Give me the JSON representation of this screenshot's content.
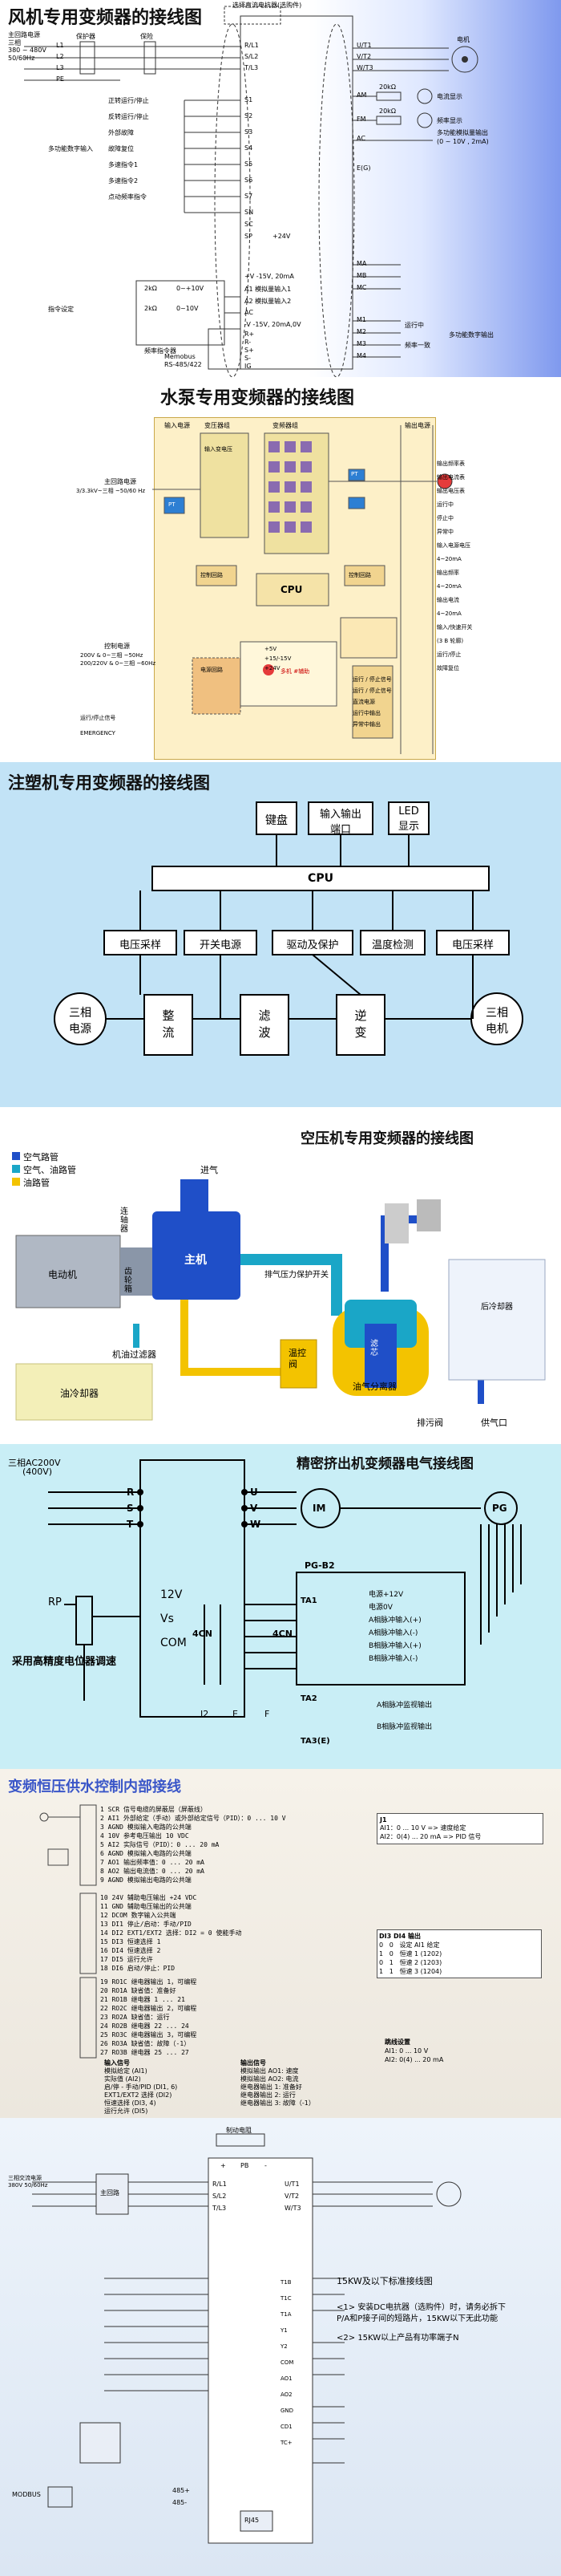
{
  "panel1": {
    "title": "风机专用变频器的接线图",
    "top_label": "选择直流电抗器(选购件)",
    "power_label": "主回路电源",
    "power_spec1": "三相",
    "power_spec2": "380 ~ 480V",
    "power_spec3": "50/60Hz",
    "breaker_label": "保护器",
    "fuse_label": "保险",
    "term_L": [
      "L1",
      "L2",
      "L3",
      "PE"
    ],
    "term_R": [
      "R/L1",
      "S/L2",
      "T/L3"
    ],
    "inputs": [
      "正转运行/停止",
      "反转运行/停止",
      "外部故障",
      "故障复位",
      "多速指令1",
      "多速指令2",
      "点动频率指令"
    ],
    "input_group": "多功能数字输入",
    "s_terms": [
      "S1",
      "S2",
      "S3",
      "S4",
      "S5",
      "S6",
      "S7",
      "SN",
      "SC",
      "SP"
    ],
    "sp_label": "+24V",
    "freq_ref": "指令设定",
    "pot_labels": [
      "2kΩ",
      "0~+10V",
      "2kΩ",
      "0~10V"
    ],
    "freq_terms": [
      "+V -15V, 20mA",
      "A1 模拟量输入1",
      "A2 模拟量输入2",
      "AC",
      "-V -15V, 20mA,0V"
    ],
    "freq_pot_label": "频率指令器",
    "out_terms": [
      "U/T1",
      "V/T2",
      "W/T3"
    ],
    "motor_label": "电机",
    "meter_labels": [
      "电流显示",
      "频率显示",
      "多功能模拟量输出"
    ],
    "meter_spec": "(0 ~ 10V , 2mA)",
    "am_terms": [
      "AM",
      "FM",
      "AC"
    ],
    "ohm_labels": [
      "20kΩ",
      "20kΩ"
    ],
    "relay_terms": [
      "MA",
      "MB",
      "MC",
      "M1",
      "M2",
      "M3",
      "M4"
    ],
    "relay_labels": [
      "运行中",
      "频率一致"
    ],
    "digital_out_label": "多功能数字输出",
    "comm_label1": "Memobus",
    "comm_label2": "RS-485/422",
    "comm_terms": [
      "R+",
      "R-",
      "S+",
      "S-",
      "IG"
    ],
    "e_label": "E(G)"
  },
  "panel2": {
    "title": "水泵专用变频器的接线图",
    "top_headers": [
      "输入电源",
      "变压器组",
      "变频器组",
      "输出电源"
    ],
    "left_labels": [
      "主回路电源",
      "3/3.3kV~三相 ~50/60 Hz"
    ],
    "ctrl_power_label": "控制电源",
    "ctrl_power_spec1": "200V & 0~三相 ~50Hz",
    "ctrl_power_spec2": "200/220V & 0~三相 ~60Hz",
    "run_label": "运行/停止信号",
    "emergency_label": "EMERGENCY",
    "cpu_label": "CPU",
    "box_labels": [
      "输入变电压",
      "PT",
      "PT",
      "控制回路",
      "控制回路",
      "电源回路"
    ],
    "right_labels": [
      "输出频率表",
      "输出电流表",
      "输出电压表",
      "运行中",
      "停止中",
      "异常中",
      "输入电源电压",
      "4~20mA",
      "输出频率",
      "4~20mA",
      "输出电流",
      "4~20mA",
      "输入/快速开关",
      "(3 B 轮廓)",
      "运行/停止",
      "故障复位"
    ],
    "mid_labels": [
      "+5V",
      "+15/-15V",
      "+24V",
      "多机 #辅助"
    ],
    "bottom_labels": [
      "运行 / 停止信号",
      "运行 / 停止信号",
      "直流电源",
      "运行中输出",
      "异常中输出"
    ]
  },
  "panel3": {
    "title": "注塑机专用变频器的接线图",
    "top_boxes": [
      "键盘",
      "输入输出\n端口",
      "LED\n显示"
    ],
    "cpu_label": "CPU",
    "mid_boxes": [
      "电压采样",
      "开关电源",
      "驱动及保护",
      "温度检测",
      "电压采样"
    ],
    "bottom_boxes": [
      "整\n流",
      "滤\n波",
      "逆\n变"
    ],
    "left_circle": "三相\n电源",
    "right_circle": "三相\n电机"
  },
  "panel4": {
    "title": "空压机专用变频器的接线图",
    "legend": [
      "空气路管",
      "空气、油路管",
      "油路管"
    ],
    "legend_colors": [
      "#1f4fc8",
      "#1aa6c7",
      "#f3c300"
    ],
    "labels": {
      "intake": "进气",
      "motor": "电动机",
      "coupling": "齿轮箱",
      "coupling2": "连轴器",
      "main": "主机",
      "oil_filter": "机油过滤器",
      "pressure_switch": "排气压力保护开关",
      "oil_cooler": "油冷却器",
      "temp_valve": "温控阀",
      "separator": "油气分离器",
      "filter": "滤芯",
      "after_cooler": "后冷却器",
      "drain": "排污阀",
      "air_out": "供气口"
    }
  },
  "panel5": {
    "title": "精密挤出机变频器电气接线图",
    "supply": "三相AC200V",
    "supply2": "(400V)",
    "rst": [
      "R",
      "S",
      "T"
    ],
    "uvw": [
      "U",
      "V",
      "W"
    ],
    "motor": "IM",
    "pg": "PG",
    "ctrl_labels": [
      "RP",
      "12V",
      "Vs",
      "COM"
    ],
    "pot_caption": "采用高精度电位器调速",
    "card": "PG-B2",
    "card_terms": [
      "TA1",
      "TA2",
      "TA3(E)"
    ],
    "card_rows": [
      "电源+12V",
      "电源0V",
      "A相脉冲输入(+)",
      "A相脉冲输入(-)",
      "B相脉冲输入(+)",
      "B相脉冲输入(-)"
    ],
    "card_out": [
      "A相脉冲监视输出",
      "B相脉冲监视输出"
    ],
    "con_labels": [
      "4CN",
      "4CN"
    ],
    "misc": [
      "I2",
      "E",
      "F"
    ]
  },
  "panel6": {
    "title": "变频恒压供水控制内部接线",
    "rows1": [
      {
        "n": "1",
        "t": "SCR",
        "d": "信号电缆的屏蔽层（屏蔽线）"
      },
      {
        "n": "2",
        "t": "AI1",
        "d": "外部给定（手动）或外部给定信号（PID）：0 ... 10 V"
      },
      {
        "n": "3",
        "t": "AGND",
        "d": "模拟输入电路的公共端"
      },
      {
        "n": "4",
        "t": "10V",
        "d": "参考电压输出 10 VDC"
      },
      {
        "n": "5",
        "t": "AI2",
        "d": "实际信号（PID）：0 ... 20 mA"
      },
      {
        "n": "6",
        "t": "AGND",
        "d": "模拟输入电路的公共端"
      },
      {
        "n": "7",
        "t": "AO1",
        "d": "输出频率值：0 ... 20 mA"
      },
      {
        "n": "8",
        "t": "AO2",
        "d": "输出电流值：0 ... 20 mA"
      },
      {
        "n": "9",
        "t": "AGND",
        "d": "模拟输出电路的公共端"
      }
    ],
    "jumper_box": [
      "J1",
      "AI1：0 ... 10 V => 速度给定",
      "AI2：0(4) ... 20 mA => PID 信号"
    ],
    "rows2": [
      {
        "n": "10",
        "t": "24V",
        "d": "辅助电压输出 +24 VDC"
      },
      {
        "n": "11",
        "t": "GND",
        "d": "辅助电压输出的公共端"
      },
      {
        "n": "12",
        "t": "DCOM",
        "d": "数字输入公共端"
      },
      {
        "n": "13",
        "t": "DI1",
        "d": "停止/启动：手动/PID"
      },
      {
        "n": "14",
        "t": "DI2",
        "d": "EXT1/EXT2 选择：DI2 = 0 使能手动"
      },
      {
        "n": "15",
        "t": "DI3",
        "d": "恒速选择 1"
      },
      {
        "n": "16",
        "t": "DI4",
        "d": "恒速选择 2"
      },
      {
        "n": "17",
        "t": "DI5",
        "d": "运行允许"
      },
      {
        "n": "18",
        "t": "DI6",
        "d": "启动/停止：PID"
      }
    ],
    "rows3": [
      {
        "n": "19",
        "t": "RO1C",
        "d": "继电器输出 1，可编程"
      },
      {
        "n": "20",
        "t": "RO1A",
        "d": "缺省值：准备好"
      },
      {
        "n": "21",
        "t": "RO1B",
        "d": "继电器 1 ... 21"
      },
      {
        "n": "22",
        "t": "RO2C",
        "d": "继电器输出 2，可编程"
      },
      {
        "n": "23",
        "t": "RO2A",
        "d": "缺省值：运行"
      },
      {
        "n": "24",
        "t": "RO2B",
        "d": "继电器 22 ... 24"
      },
      {
        "n": "25",
        "t": "RO3C",
        "d": "继电器输出 3，可编程"
      },
      {
        "n": "26",
        "t": "RO3A",
        "d": "缺省值：故障（-1）"
      },
      {
        "n": "27",
        "t": "RO3B",
        "d": "继电器 25 ... 27"
      }
    ],
    "di_table_head": [
      "DI3",
      "DI4",
      "输出"
    ],
    "di_table": [
      [
        "0",
        "0",
        "设定 AI1 给定"
      ],
      [
        "1",
        "0",
        "恒速 1 (1202)"
      ],
      [
        "0",
        "1",
        "恒速 2 (1203)"
      ],
      [
        "1",
        "1",
        "恒速 3 (1204)"
      ]
    ],
    "in_head": "输入信号",
    "in_list": [
      "模拟给定 (AI1)",
      "实际值 (AI2)",
      "启/停 - 手动/PID (DI1, 6)",
      "EXT1/EXT2 选择 (DI2)",
      "恒速选择 (DI3, 4)",
      "运行允许 (DI5)"
    ],
    "out_head": "输出信号",
    "out_list": [
      "模拟输出 AO1: 速度",
      "模拟输出 AO2: 电流",
      "继电器输出 1: 准备好",
      "继电器输出 2: 运行",
      "继电器输出 3: 故障（-1）"
    ],
    "jumper_title": "跳线设置",
    "jumper_lines": [
      "AI1: 0 ... 10 V",
      "AI2: 0(4) ... 20 mA"
    ]
  },
  "panel7": {
    "right_title": "15KW及以下标准接线图",
    "notes": [
      {
        "n": "<1>",
        "t": "安装DC电抗器（选购件）时，请务必拆下P/A和P接子间的短路片，15KW以下无此功能"
      },
      {
        "n": "<2>",
        "t": "15KW以上产品有功率端子N"
      }
    ],
    "top_label": "制动电阻",
    "modbus": "MODBUS",
    "left_labels": [
      "三相交流电源 380V 50/60Hz",
      "主回路"
    ],
    "terms": [
      "R/L1",
      "S/L2",
      "T/L3",
      "U/T1",
      "V/T2",
      "W/T3",
      "+",
      "PB",
      "-"
    ],
    "side_labels": [
      "T1B",
      "T1C",
      "T1A",
      "Y1",
      "Y2",
      "COM",
      "AO1",
      "AO2",
      "GND",
      "CD1",
      "TC+"
    ],
    "bottom_labels": [
      "RJ45",
      "485+",
      "485-"
    ]
  }
}
